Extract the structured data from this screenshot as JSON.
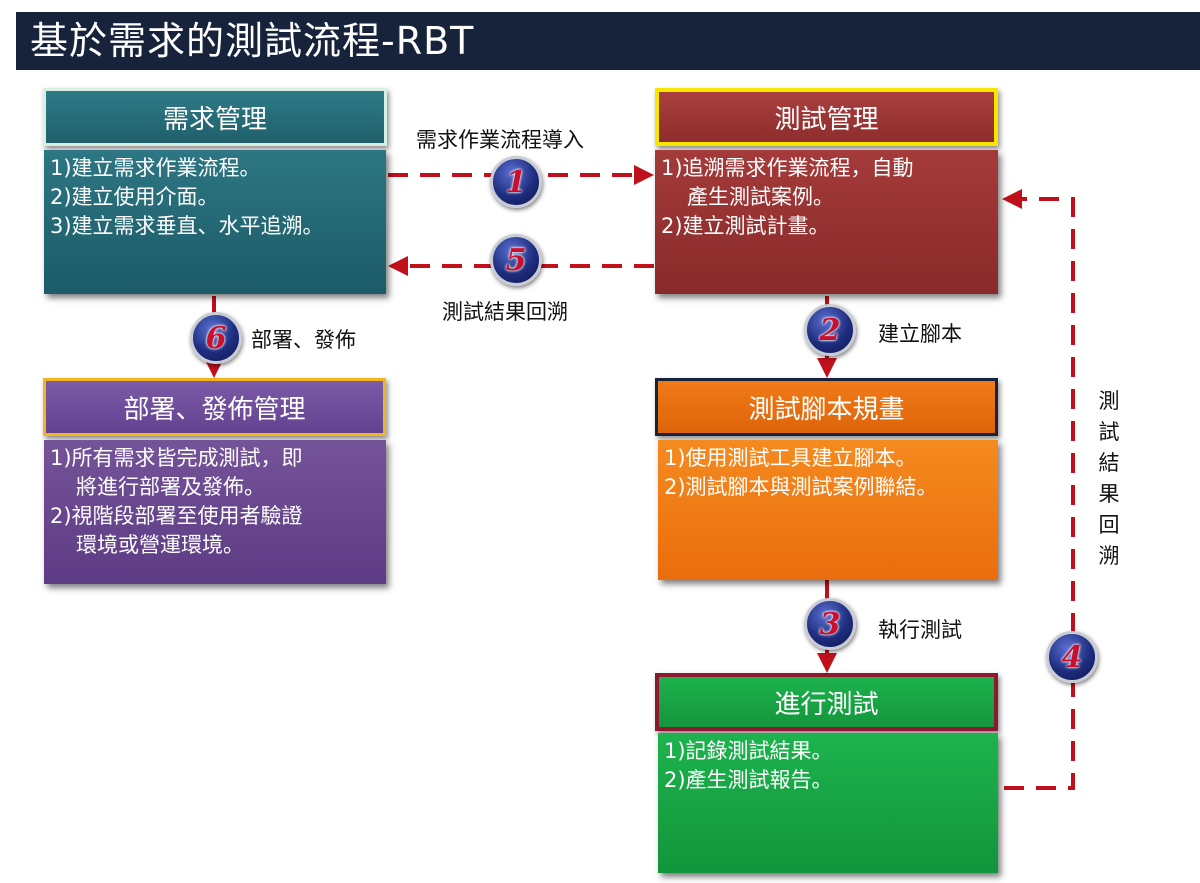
{
  "title": "基於需求的測試流程-RBT",
  "boxes": {
    "requirement": {
      "header": "需求管理",
      "lines": [
        "1)建立需求作業流程。",
        "2)建立使用介面。",
        "3)建立需求垂直、水平追溯。"
      ]
    },
    "test_mgmt": {
      "header": "測試管理",
      "lines": [
        "1)追溯需求作業流程，自動",
        "產生測試案例。",
        "2)建立測試計畫。"
      ]
    },
    "deploy": {
      "header": "部署、發佈管理",
      "lines": [
        "1)所有需求皆完成測試，即",
        "將進行部署及發佈。",
        "2)視階段部署至使用者驗證",
        "環境或營運環境。"
      ]
    },
    "script": {
      "header": "測試腳本規畫",
      "lines": [
        "1)使用測試工具建立腳本。",
        "2)測試腳本與測試案例聯結。"
      ]
    },
    "execute": {
      "header": "進行測試",
      "lines": [
        "1)記錄測試結果。",
        "2)產生測試報告。"
      ]
    }
  },
  "steps": {
    "s1": {
      "number": "1",
      "label": "需求作業流程導入"
    },
    "s2": {
      "number": "2",
      "label": "建立腳本"
    },
    "s3": {
      "number": "3",
      "label": "執行測試"
    },
    "s4": {
      "number": "4",
      "label": "測試結果回溯"
    },
    "s5": {
      "number": "5",
      "label": "測試結果回溯"
    },
    "s6": {
      "number": "6",
      "label": "部署、發佈"
    }
  },
  "colors": {
    "title_bar": "#17233a",
    "connector": "#c0101c",
    "requirement": "#2a7280",
    "test_mgmt": "#9e3534",
    "deploy": "#6c4c96",
    "script": "#ef7615",
    "execute": "#18a746"
  }
}
